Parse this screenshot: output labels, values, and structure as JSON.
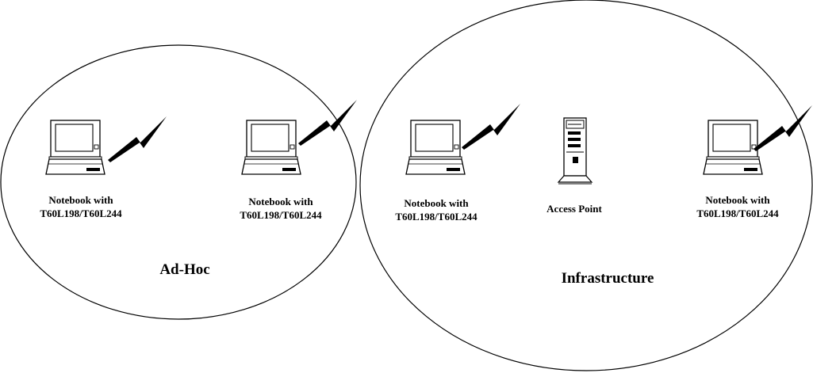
{
  "ad_hoc": {
    "title": "Ad-Hoc",
    "notebook_left": {
      "line1": "Notebook with",
      "line2": "T60L198/T60L244"
    },
    "notebook_right": {
      "line1": "Notebook with",
      "line2": "T60L198/T60L244"
    }
  },
  "infrastructure": {
    "title": "Infrastructure",
    "notebook_left": {
      "line1": "Notebook with",
      "line2": "T60L198/T60L244"
    },
    "access_point": {
      "label": "Access Point"
    },
    "notebook_right": {
      "line1": "Notebook with",
      "line2": "T60L198/T60L244"
    }
  },
  "icons": [
    "notebook-icon",
    "wireless-signal-icon",
    "access-point-server-icon"
  ]
}
